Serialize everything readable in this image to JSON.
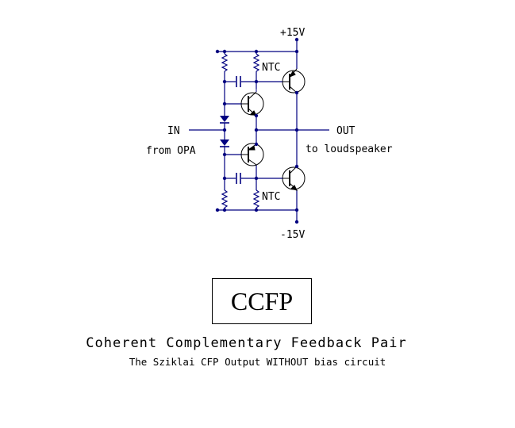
{
  "labels": {
    "vpos": "+15V",
    "vneg": "-15V",
    "ntc_top": "NTC",
    "ntc_bottom": "NTC",
    "input": "IN",
    "input_source": "from OPA",
    "output": "OUT",
    "output_dest": "to loudspeaker"
  },
  "title_box": "CCFP",
  "caption": "Coherent Complementary Feedback Pair",
  "subcaption": "The Sziklai CFP Output WITHOUT bias circuit",
  "colors": {
    "wire": "#000080",
    "ink": "#000000"
  }
}
